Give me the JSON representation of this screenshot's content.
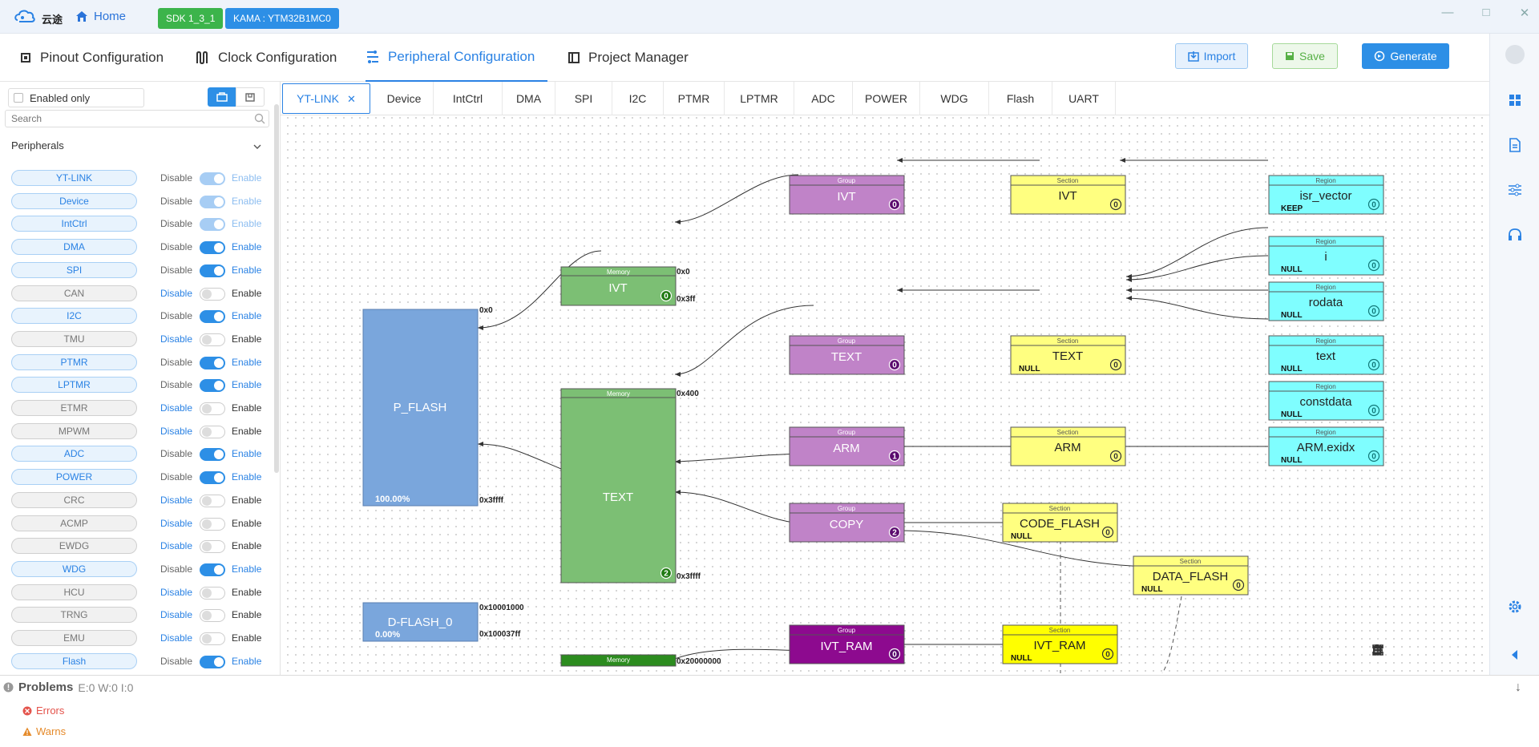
{
  "titlebar": {
    "logo_text": "云途",
    "home_label": "Home",
    "sdk_badge": "SDK 1_3_1",
    "kama_badge": "KAMA : YTM32B1MC0"
  },
  "top_tabs": [
    {
      "label": "Pinout Configuration",
      "icon": "chip-icon"
    },
    {
      "label": "Clock Configuration",
      "icon": "clock-wave-icon"
    },
    {
      "label": "Peripheral Configuration",
      "icon": "peripheral-icon",
      "active": true
    },
    {
      "label": "Project Manager",
      "icon": "project-icon"
    }
  ],
  "toolbar": {
    "import_label": "Import",
    "save_label": "Save",
    "generate_label": "Generate"
  },
  "sidebar": {
    "enabled_only_label": "Enabled only",
    "search_placeholder": "Search",
    "peripherals_heading": "Peripherals",
    "disable_label": "Disable",
    "enable_label": "Enable",
    "items": [
      {
        "name": "YT-LINK",
        "state": "locked"
      },
      {
        "name": "Device",
        "state": "locked"
      },
      {
        "name": "IntCtrl",
        "state": "locked"
      },
      {
        "name": "DMA",
        "state": "on"
      },
      {
        "name": "SPI",
        "state": "on"
      },
      {
        "name": "CAN",
        "state": "off"
      },
      {
        "name": "I2C",
        "state": "on"
      },
      {
        "name": "TMU",
        "state": "off"
      },
      {
        "name": "PTMR",
        "state": "on"
      },
      {
        "name": "LPTMR",
        "state": "on"
      },
      {
        "name": "ETMR",
        "state": "off"
      },
      {
        "name": "MPWM",
        "state": "off"
      },
      {
        "name": "ADC",
        "state": "on"
      },
      {
        "name": "POWER",
        "state": "on"
      },
      {
        "name": "CRC",
        "state": "off"
      },
      {
        "name": "ACMP",
        "state": "off"
      },
      {
        "name": "EWDG",
        "state": "off"
      },
      {
        "name": "WDG",
        "state": "on"
      },
      {
        "name": "HCU",
        "state": "off"
      },
      {
        "name": "TRNG",
        "state": "off"
      },
      {
        "name": "EMU",
        "state": "off"
      },
      {
        "name": "Flash",
        "state": "on"
      }
    ]
  },
  "sub_tabs": [
    {
      "label": "YT-LINK",
      "active": true,
      "closable": true
    },
    {
      "label": "Device"
    },
    {
      "label": "IntCtrl"
    },
    {
      "label": "DMA"
    },
    {
      "label": "SPI"
    },
    {
      "label": "I2C"
    },
    {
      "label": "PTMR"
    },
    {
      "label": "LPTMR"
    },
    {
      "label": "ADC"
    },
    {
      "label": "POWER"
    },
    {
      "label": "WDG"
    },
    {
      "label": "Flash"
    },
    {
      "label": "UART"
    }
  ],
  "diagram": {
    "colors": {
      "flash": "#7aa6dc",
      "memory": "#7cbf74",
      "memory_dark": "#2c8c1f",
      "group": "#c083c8",
      "group_dark": "#8d0a8f",
      "section": "#ffff80",
      "section_bright": "#ffff00",
      "region": "#7ffeff"
    },
    "flash_blocks": [
      {
        "label": "P_FLASH",
        "percent": "100.00%",
        "start": "0x0",
        "end": "0x3ffff"
      },
      {
        "label": "D-FLASH_0",
        "percent": "0.00%",
        "start": "0x10001000",
        "end": "0x100037ff"
      }
    ],
    "memories": [
      {
        "header": "Memory",
        "label": "IVT",
        "count": "0",
        "start": "0x0",
        "end": "0x3ff"
      },
      {
        "header": "Memory",
        "label": "TEXT",
        "count": "2",
        "start": "0x400",
        "end": "0x3ffff"
      },
      {
        "header": "Memory",
        "label": "",
        "start": "0x20000000"
      }
    ],
    "groups": [
      {
        "header": "Group",
        "label": "IVT",
        "count": "0"
      },
      {
        "header": "Group",
        "label": "TEXT",
        "count": "0"
      },
      {
        "header": "Group",
        "label": "ARM",
        "count": "1"
      },
      {
        "header": "Group",
        "label": "COPY",
        "count": "2"
      },
      {
        "header": "Group",
        "label": "IVT_RAM",
        "count": "0"
      }
    ],
    "sections": [
      {
        "header": "Section",
        "label": "IVT",
        "count": "0",
        "tag": ""
      },
      {
        "header": "Section",
        "label": "TEXT",
        "count": "0",
        "tag": "NULL"
      },
      {
        "header": "Section",
        "label": "ARM",
        "count": "0",
        "tag": ""
      },
      {
        "header": "Section",
        "label": "CODE_FLASH",
        "count": "0",
        "tag": "NULL"
      },
      {
        "header": "Section",
        "label": "DATA_FLASH",
        "count": "0",
        "tag": "NULL"
      },
      {
        "header": "Section",
        "label": "IVT_RAM",
        "count": "0",
        "tag": "NULL"
      }
    ],
    "regions": [
      {
        "header": "Region",
        "label": "isr_vector",
        "count": "0",
        "tag": "KEEP"
      },
      {
        "header": "Region",
        "label": "i",
        "count": "0",
        "tag": "NULL"
      },
      {
        "header": "Region",
        "label": "rodata",
        "count": "0",
        "tag": "NULL"
      },
      {
        "header": "Region",
        "label": "text",
        "count": "0",
        "tag": "NULL"
      },
      {
        "header": "Region",
        "label": "constdata",
        "count": "0",
        "tag": "NULL"
      },
      {
        "header": "Region",
        "label": "ARM.exidx",
        "count": "0",
        "tag": "NULL"
      }
    ]
  },
  "problems": {
    "title": "Problems",
    "counts": "E:0 W:0 I:0",
    "errors_label": "Errors",
    "warns_label": "Warns"
  }
}
